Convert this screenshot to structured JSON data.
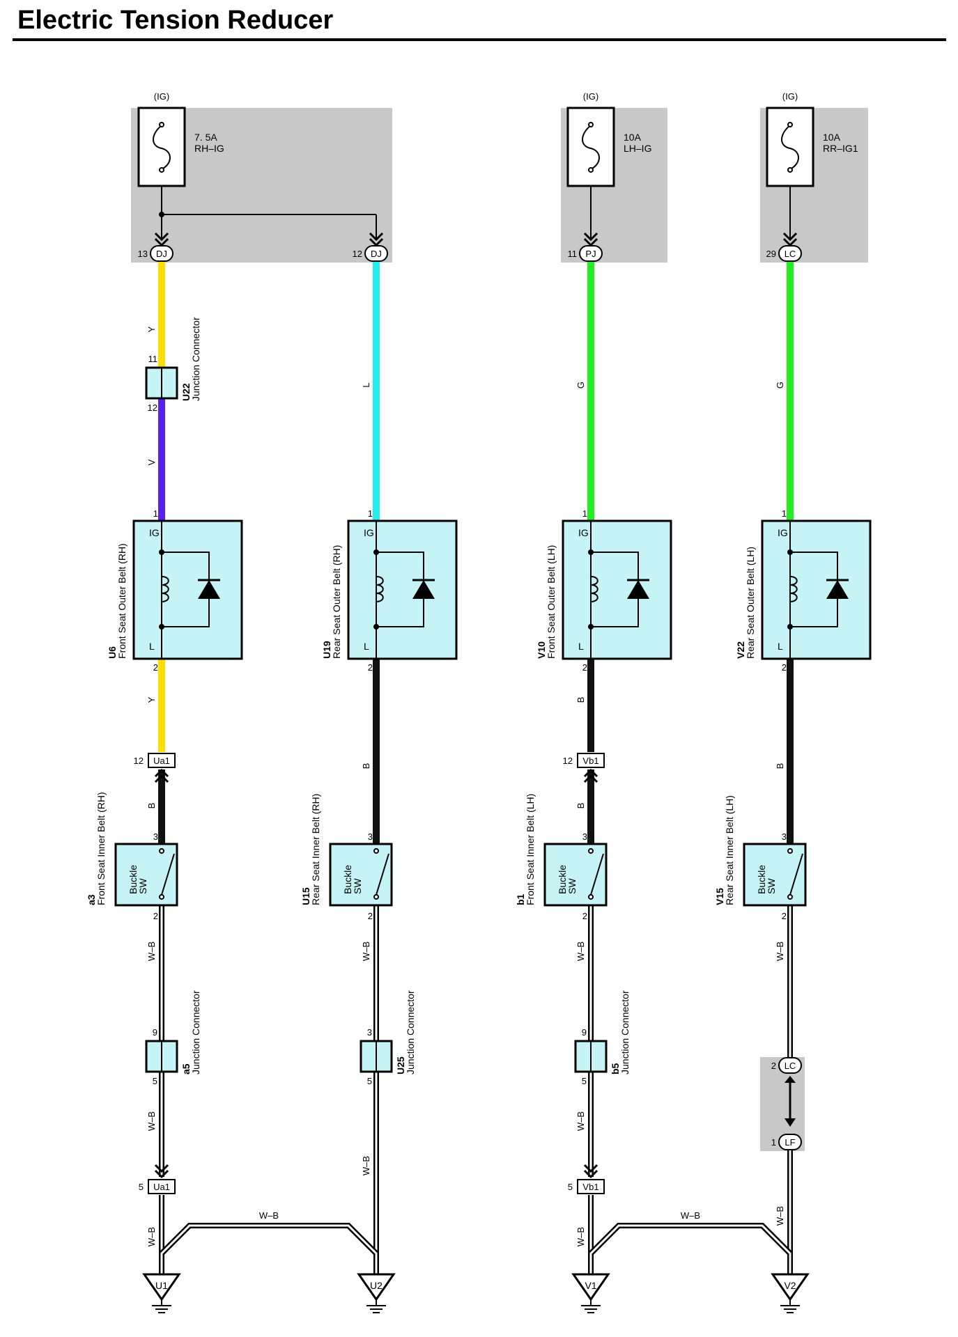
{
  "title": "Electric Tension Reducer",
  "colors": {
    "Y": "#ffdd00",
    "V": "#5522ee",
    "L": "#22eeee",
    "G": "#22ee22",
    "B": "#111111",
    "WB_outer": "#000000",
    "WB_inner": "#ffffff",
    "component_fill": "#c6f3f5",
    "fuse_box_fill": "#c8c8c8"
  },
  "circuits": [
    {
      "id": "front-rh",
      "power": {
        "tag": "(IG)",
        "fuse_rating": "7. 5A",
        "fuse_name": "RH–IG"
      },
      "top_connector": {
        "pin": "13",
        "code": "DJ"
      },
      "wires": {
        "a": "Y",
        "b": "V",
        "c": "Y",
        "d": "B",
        "e": "W–B",
        "f": "W–B",
        "g": "W–B"
      },
      "junction_top": {
        "code": "U22",
        "name": "Junction Connector",
        "pin_in": "11",
        "pin_out": "12"
      },
      "retractor": {
        "code": "U6",
        "name": "Front Seat Outer Belt (RH)",
        "pin_ig": "1",
        "pin_l": "2",
        "label_ig": "IG",
        "label_l": "L"
      },
      "mid_connector": {
        "pin": "12",
        "code": "Ua1"
      },
      "buckle": {
        "code": "a3",
        "name": "Front Seat Inner Belt (RH)",
        "label1": "Buckle",
        "label2": "SW",
        "pin_top": "3",
        "pin_bottom": "2"
      },
      "junction_bottom": {
        "code": "a5",
        "name": "Junction Connector",
        "pin_in": "9",
        "pin_out": "5"
      },
      "low_connector": {
        "pin": "5",
        "code": "Ua1"
      },
      "ground": {
        "code": "U1"
      }
    },
    {
      "id": "rear-rh",
      "top_connector": {
        "pin": "12",
        "code": "DJ"
      },
      "wires": {
        "a": "L",
        "d": "B",
        "e": "W–B",
        "f": "W–B"
      },
      "retractor": {
        "code": "U19",
        "name": "Rear Seat Outer Belt (RH)",
        "pin_ig": "1",
        "pin_l": "2",
        "label_ig": "IG",
        "label_l": "L"
      },
      "buckle": {
        "code": "U15",
        "name": "Rear Seat Inner Belt (RH)",
        "label1": "Buckle",
        "label2": "SW",
        "pin_top": "3",
        "pin_bottom": "2"
      },
      "junction_bottom": {
        "code": "U25",
        "name": "Junction Connector",
        "pin_in": "3",
        "pin_out": "5"
      },
      "ground": {
        "code": "U2"
      }
    },
    {
      "id": "front-lh",
      "power": {
        "tag": "(IG)",
        "fuse_rating": "10A",
        "fuse_name": "LH–IG"
      },
      "top_connector": {
        "pin": "11",
        "code": "PJ"
      },
      "wires": {
        "a": "G",
        "c": "B",
        "d": "B",
        "e": "W–B",
        "f": "W–B",
        "g": "W–B"
      },
      "retractor": {
        "code": "V10",
        "name": "Front Seat Outer Belt (LH)",
        "pin_ig": "1",
        "pin_l": "2",
        "label_ig": "IG",
        "label_l": "L"
      },
      "mid_connector": {
        "pin": "12",
        "code": "Vb1"
      },
      "buckle": {
        "code": "b1",
        "name": "Front Seat Inner Belt (LH)",
        "label1": "Buckle",
        "label2": "SW",
        "pin_top": "3",
        "pin_bottom": "2"
      },
      "junction_bottom": {
        "code": "b5",
        "name": "Junction Connector",
        "pin_in": "9",
        "pin_out": "5"
      },
      "low_connector": {
        "pin": "5",
        "code": "Vb1"
      },
      "ground": {
        "code": "V1"
      }
    },
    {
      "id": "rear-lh",
      "power": {
        "tag": "(IG)",
        "fuse_rating": "10A",
        "fuse_name": "RR–IG1"
      },
      "top_connector": {
        "pin": "29",
        "code": "LC"
      },
      "wires": {
        "a": "G",
        "d": "B",
        "e": "W–B",
        "g": "W–B"
      },
      "retractor": {
        "code": "V22",
        "name": "Rear Seat Outer Belt (LH)",
        "pin_ig": "1",
        "pin_l": "2",
        "label_ig": "IG",
        "label_l": "L"
      },
      "buckle": {
        "code": "V15",
        "name": "Rear Seat Inner Belt (LH)",
        "label1": "Buckle",
        "label2": "SW",
        "pin_top": "3",
        "pin_bottom": "2"
      },
      "inline_connectors": [
        {
          "pin": "2",
          "code": "LC"
        },
        {
          "pin": "1",
          "code": "LF"
        }
      ],
      "ground": {
        "code": "V2"
      }
    }
  ],
  "ground_links": [
    "W–B",
    "W–B"
  ]
}
